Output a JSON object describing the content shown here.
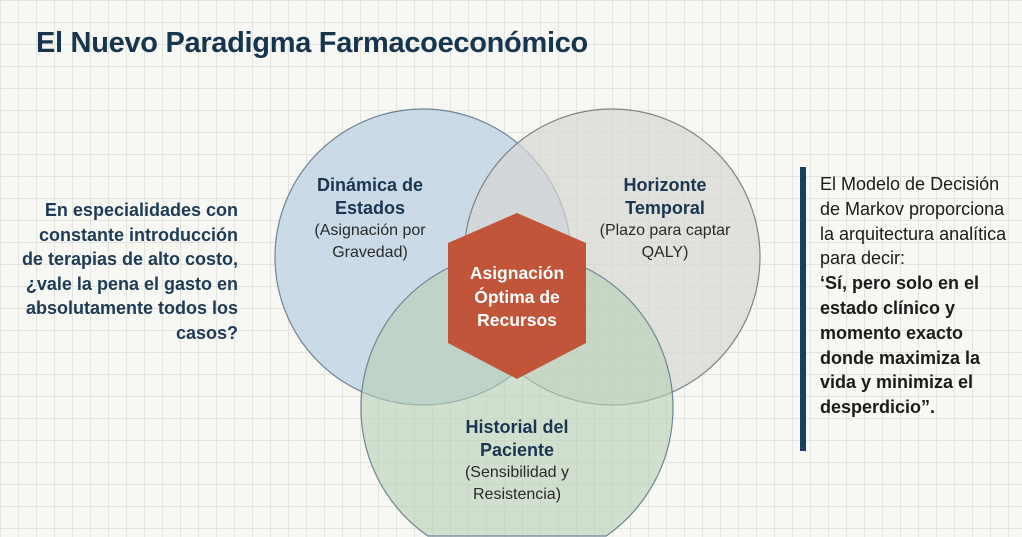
{
  "title": "El Nuevo Paradigma Farmacoeconómico",
  "question": "En especialidades con constante introducción de terapias de alto costo, ¿vale la pena el gasto en absolutamente todos los casos?",
  "venn": {
    "circles": [
      {
        "heading": "Dinámica de Estados",
        "sub": "(Asignación por Gravedad)",
        "color": "#c3d5e4"
      },
      {
        "heading": "Horizonte Temporal",
        "sub": "(Plazo para captar QALY)",
        "color": "#dcdcd9"
      },
      {
        "heading": "Historial del Paciente",
        "sub": "(Sensibilidad y Resistencia)",
        "color": "#c6d8c3"
      }
    ],
    "center": {
      "label": "Asignación Óptima de Recursos",
      "color": "#c0553a"
    }
  },
  "conclusion": {
    "intro": "El Modelo de Decisión de Markov proporciona la arquitectura analítica para decir:",
    "quote": "‘Sí, pero solo en el estado clínico y momento exacto donde maximiza la vida y minimiza el desperdicio”."
  }
}
